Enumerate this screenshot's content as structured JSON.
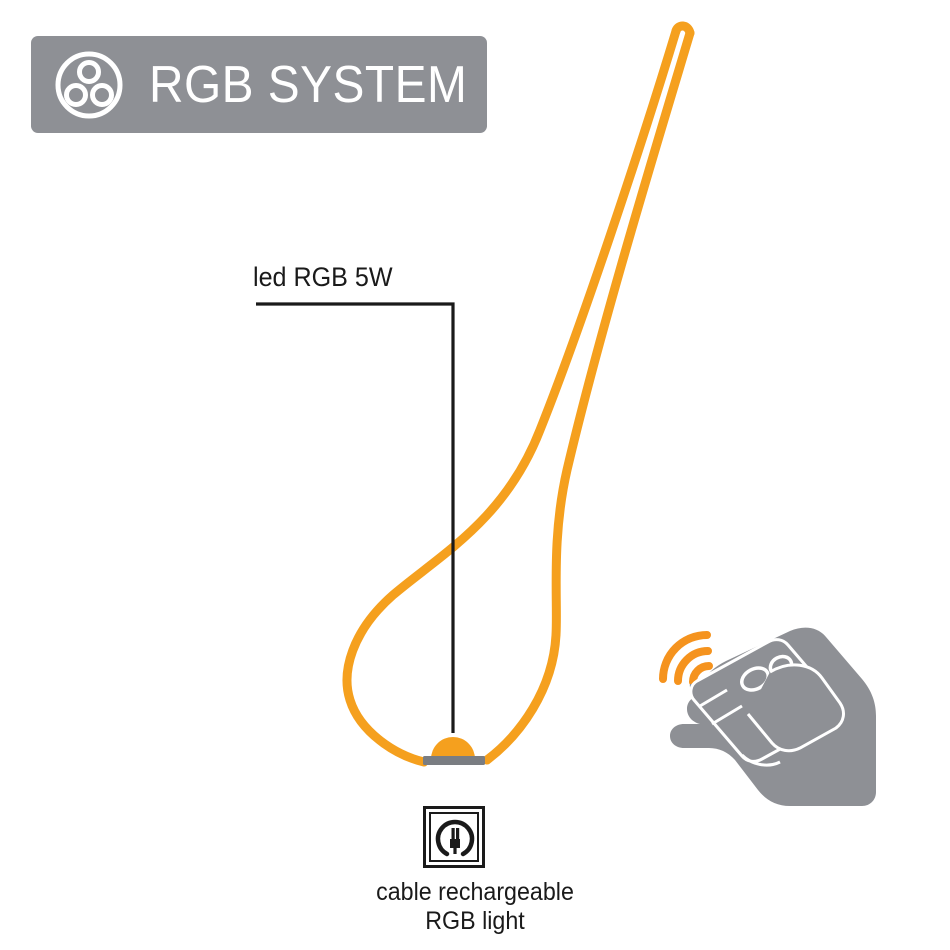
{
  "badge": {
    "label": "RGB SYSTEM",
    "icon": "rgb-three-circles-icon",
    "background_color": "#8e9095",
    "text_color": "#ffffff"
  },
  "callout": {
    "label": "led RGB 5W",
    "leader_color": "#1a1a1a"
  },
  "product": {
    "name": "cable rechargeable RGB light",
    "lamp_color": "#f5a01e",
    "base_color": "#7a7d82",
    "stem_shape": "looped flexible cable lamp"
  },
  "recharge": {
    "icon": "power-plug-icon",
    "caption_line1": "cable rechargeable",
    "caption_line2": "RGB light"
  },
  "remote": {
    "icon": "hand-holding-remote-icon",
    "signal_icon": "wireless-signal-arcs-icon",
    "hand_color": "#8e9095",
    "signal_color": "#f5931e",
    "button_count": 3
  },
  "colors": {
    "orange": "#f5a01e",
    "orange_deep": "#f5931e",
    "gray": "#8e9095",
    "dark_gray": "#7a7d82",
    "black": "#1a1a1a",
    "white": "#ffffff"
  }
}
